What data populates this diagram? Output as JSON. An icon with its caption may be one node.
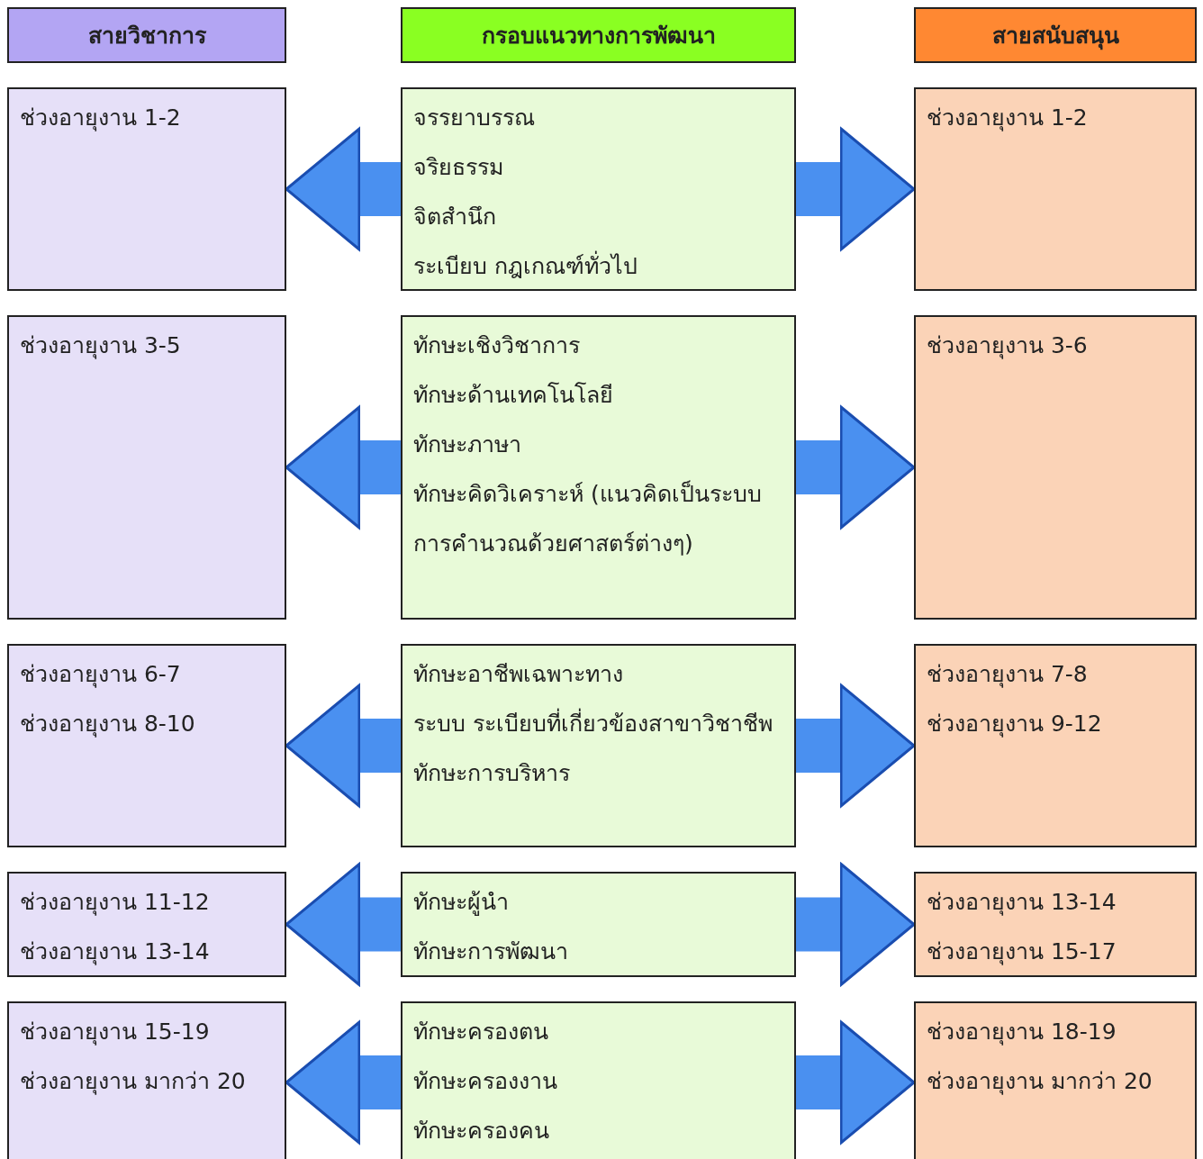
{
  "diagram": {
    "nodes": [
      {
        "text": [
          "สายวิชาการ"
        ]
      },
      {
        "text": [
          "กรอบแนวทางการพัฒนา"
        ]
      },
      {
        "text": [
          "สายสนับสนุน"
        ]
      },
      {
        "text": [
          "ช่วงอายุงาน 1-2"
        ]
      },
      {
        "text": [
          "จรรยาบรรณ",
          "จริยธรรม",
          "จิตสำนึก",
          "ระเบียบ กฎเกณฑ์ทั่วไป"
        ]
      },
      {
        "text": [
          "ช่วงอายุงาน 1-2"
        ]
      },
      {
        "text": [
          "ช่วงอายุงาน 3-5"
        ]
      },
      {
        "text": [
          "ทักษะเชิงวิชาการ",
          "ทักษะด้านเทคโนโลยี",
          "ทักษะภาษา",
          "ทักษะคิดวิเคราะห์ (แนวคิดเป็นระบบ การคำนวณด้วยศาสตร์ต่างๆ)"
        ]
      },
      {
        "text": [
          "ช่วงอายุงาน 3-6"
        ]
      },
      {
        "text": [
          "ช่วงอายุงาน 6-7",
          "ช่วงอายุงาน 8-10"
        ]
      },
      {
        "text": [
          "ทักษะอาชีพเฉพาะทาง",
          "ระบบ ระเบียบที่เกี่ยวข้องสาขาวิชาชีพ",
          "ทักษะการบริหาร"
        ]
      },
      {
        "text": [
          "ช่วงอายุงาน 7-8",
          "ช่วงอายุงาน 9-12"
        ]
      },
      {
        "text": [
          "ช่วงอายุงาน 11-12",
          "ช่วงอายุงาน 13-14"
        ]
      },
      {
        "text": [
          "ทักษะผู้นำ",
          "ทักษะการพัฒนา"
        ]
      },
      {
        "text": [
          "ช่วงอายุงาน 13-14",
          "ช่วงอายุงาน 15-17"
        ]
      },
      {
        "text": [
          "ช่วงอายุงาน 15-19",
          "ช่วงอายุงาน มากว่า 20"
        ]
      },
      {
        "text": [
          "ทักษะครองตน",
          "ทักษะครองงาน",
          "ทักษะครองคน"
        ]
      },
      {
        "text": [
          "ช่วงอายุงาน 18-19",
          "ช่วงอายุงาน มากว่า 20"
        ]
      }
    ],
    "edges": [
      {
        "from": 4,
        "to": 3,
        "arrow": "to"
      },
      {
        "from": 4,
        "to": 5,
        "arrow": "to"
      },
      {
        "from": 7,
        "to": 6,
        "arrow": "to"
      },
      {
        "from": 7,
        "to": 8,
        "arrow": "to"
      },
      {
        "from": 10,
        "to": 9,
        "arrow": "to"
      },
      {
        "from": 10,
        "to": 11,
        "arrow": "to"
      },
      {
        "from": 13,
        "to": 12,
        "arrow": "to"
      },
      {
        "from": 13,
        "to": 14,
        "arrow": "to"
      },
      {
        "from": 16,
        "to": 15,
        "arrow": "to"
      },
      {
        "from": 16,
        "to": 17,
        "arrow": "to"
      }
    ]
  }
}
